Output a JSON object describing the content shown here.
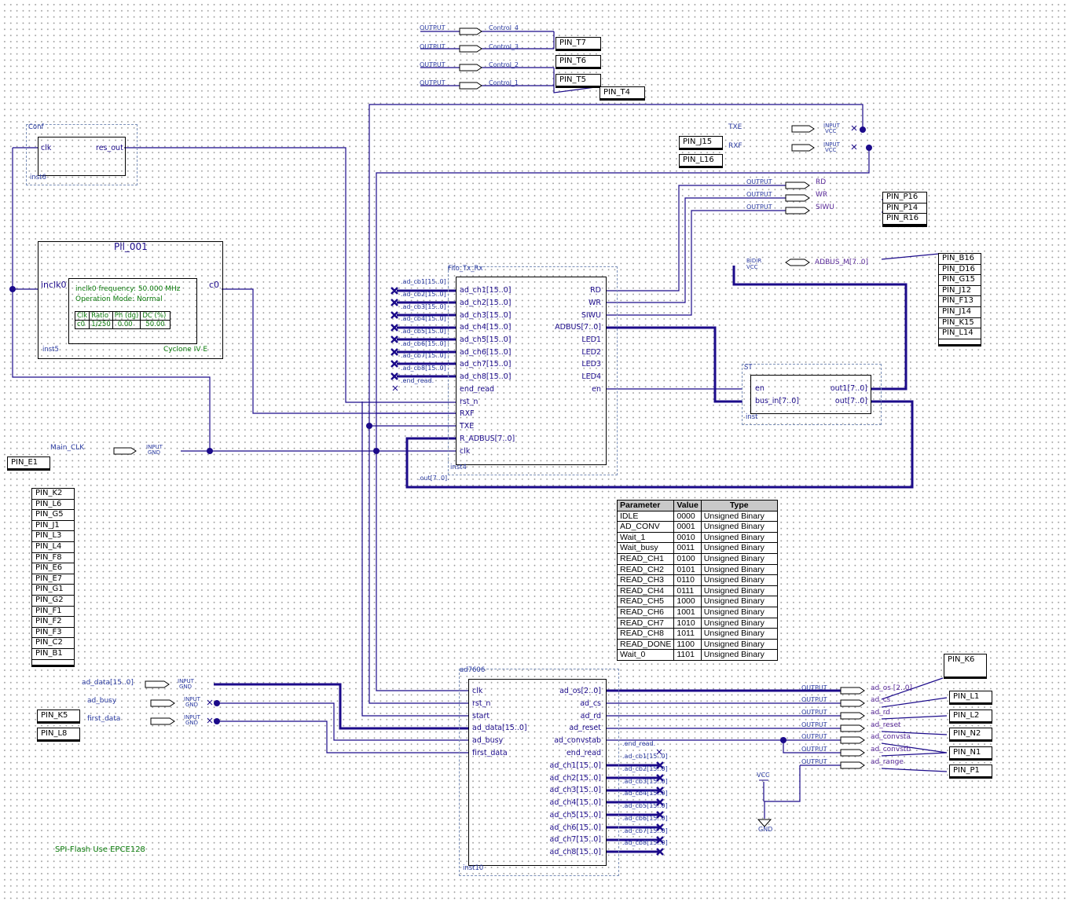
{
  "colors": {
    "wire": "#1b0a8a",
    "bus": "#1b0a8a",
    "text": "#1b0a8a",
    "green": "#0a7a0a",
    "grid": "#9a9a9a"
  },
  "top_outputs": [
    {
      "port": "OUTPUT",
      "name": "Control_4",
      "pin": "PIN_T7"
    },
    {
      "port": "OUTPUT",
      "name": "Control_3",
      "pin": "PIN_T6"
    },
    {
      "port": "OUTPUT",
      "name": "Control_2",
      "pin": "PIN_T5"
    },
    {
      "port": "OUTPUT",
      "name": "Control_1",
      "pin": "PIN_T4"
    }
  ],
  "conf": {
    "title": "Conf",
    "clk": "clk",
    "res_out": "res_out",
    "inst": "inst6"
  },
  "pll": {
    "title": "Pll_001",
    "inclk0": "inclk0",
    "c0": "c0",
    "freq": "inclk0 frequency: 50.000 MHz",
    "mode": "Operation Mode: Normal",
    "table_head": [
      "Clk",
      "Ratio",
      "Ph (dg)",
      "DC (%)"
    ],
    "table_row": [
      "c0",
      "1/250",
      "0.00",
      "50.00"
    ],
    "inst": "inst5",
    "device": "Cyclone IV E"
  },
  "txe_rxf": {
    "txe": "TXE",
    "rxf": "RXF",
    "input": "INPUT",
    "vcc": "VCC",
    "pin_j15": "PIN_J15",
    "pin_l16": "PIN_L16"
  },
  "rwsiwu": {
    "out": "OUTPUT",
    "rd": "RD",
    "wr": "WR",
    "siwu": "SIWU",
    "pins": [
      "PIN_P16",
      "PIN_P14",
      "PIN_R16"
    ]
  },
  "bidir": {
    "port": "BIDIR",
    "vcc": "VCC",
    "name": "ADBUS_M[7..0]",
    "pins": [
      "PIN_B16",
      "PIN_D16",
      "PIN_G15",
      "PIN_J12",
      "PIN_F13",
      "PIN_J14",
      "PIN_K15",
      "PIN_L14"
    ]
  },
  "fifo": {
    "title": "Fifo_Tx_Rx",
    "inst": "inst4",
    "left": [
      "ad_ch1[15..0]",
      "ad_ch2[15..0]",
      "ad_ch3[15..0]",
      "ad_ch4[15..0]",
      "ad_ch5[15..0]",
      "ad_ch6[15..0]",
      "ad_ch7[15..0]",
      "ad_ch8[15..0]",
      "end_read",
      "rst_n",
      "RXF",
      "TXE",
      "R_ADBUS[7..0]",
      "clk"
    ],
    "right": [
      "RD",
      "WR",
      "SIWU",
      "ADBUS[7..0]",
      "LED1",
      "LED2",
      "LED3",
      "LED4",
      "en"
    ],
    "nets": [
      ".ad_cb1[15..0]",
      ".ad_cb2[15..0]",
      ".ad_cb3[15..0]",
      ".ad_cb4[15..0]",
      ".ad_cb5[15..0]",
      ".ad_cb6[15..0]",
      ".ad_cb7[15..0]",
      ".ad_cb8[15..0]",
      ".end_read."
    ],
    "out_net": ".out[7..0]."
  },
  "st": {
    "title": "ST",
    "inst": "inst",
    "en": "en",
    "bus_in": "bus_in[7..0]",
    "out1": "out1[7..0]",
    "out": "out[7..0]"
  },
  "main_clk": {
    "name": "Main_CLK",
    "input": "INPUT",
    "gnd": "GND",
    "pin": "PIN_E1"
  },
  "left_pins": [
    "PIN_K2",
    "PIN_L6",
    "PIN_G5",
    "PIN_J1",
    "PIN_L3",
    "PIN_L4",
    "PIN_F8",
    "PIN_E6",
    "PIN_E7",
    "PIN_G1",
    "PIN_G2",
    "PIN_F1",
    "PIN_F2",
    "PIN_F3",
    "PIN_C2",
    "PIN_B1"
  ],
  "param_table": {
    "head": [
      "Parameter",
      "Value",
      "Type"
    ],
    "rows": [
      [
        "IDLE",
        "0000",
        "Unsigned Binary"
      ],
      [
        "AD_CONV",
        "0001",
        "Unsigned Binary"
      ],
      [
        "Wait_1",
        "0010",
        "Unsigned Binary"
      ],
      [
        "Wait_busy",
        "0011",
        "Unsigned Binary"
      ],
      [
        "READ_CH1",
        "0100",
        "Unsigned Binary"
      ],
      [
        "READ_CH2",
        "0101",
        "Unsigned Binary"
      ],
      [
        "READ_CH3",
        "0110",
        "Unsigned Binary"
      ],
      [
        "READ_CH4",
        "0111",
        "Unsigned Binary"
      ],
      [
        "READ_CH5",
        "1000",
        "Unsigned Binary"
      ],
      [
        "READ_CH6",
        "1001",
        "Unsigned Binary"
      ],
      [
        "READ_CH7",
        "1010",
        "Unsigned Binary"
      ],
      [
        "READ_CH8",
        "1011",
        "Unsigned Binary"
      ],
      [
        "READ_DONE",
        "1100",
        "Unsigned Binary"
      ],
      [
        "Wait_0",
        "1101",
        "Unsigned Binary"
      ]
    ]
  },
  "ad_inputs": [
    {
      "name": "ad_data[15..0]",
      "input": "INPUT",
      "gnd": "GND"
    },
    {
      "name": "ad_busy",
      "input": "INPUT",
      "gnd": "GND",
      "pin": "PIN_K5"
    },
    {
      "name": "first_data",
      "input": "INPUT",
      "gnd": "GND",
      "pin": "PIN_L8"
    }
  ],
  "ad7606": {
    "title": "ad7606",
    "inst": "inst10",
    "left": [
      "clk",
      "rst_n",
      "start",
      "ad_data[15..0]",
      "ad_busy",
      "first_data"
    ],
    "right": [
      "ad_os[2..0]",
      "ad_cs",
      "ad_rd",
      "ad_reset",
      "ad_convstab",
      "end_read",
      "ad_ch1[15..0]",
      "ad_ch2[15..0]",
      "ad_ch3[15..0]",
      "ad_ch4[15..0]",
      "ad_ch5[15..0]",
      "ad_ch6[15..0]",
      "ad_ch7[15..0]",
      "ad_ch8[15..0]"
    ],
    "nets": [
      ".end_read.",
      ".ad_cb1[15..0]",
      ".ad_cb2[15..0]",
      ".ad_cb3[15..0]",
      ".ad_cb4[15..0]",
      ".ad_cb5[15..0]",
      ".ad_cb6[15..0]",
      ".ad_cb7[15..0]",
      ".ad_cb8[15..0]"
    ]
  },
  "ad_outputs": [
    {
      "port": "OUTPUT",
      "name": "ad_os [2..0]",
      "pin": "PIN_K6"
    },
    {
      "port": "OUTPUT",
      "name": "ad_cs",
      "pin": "PIN_L1"
    },
    {
      "port": "OUTPUT",
      "name": "ad_rd",
      "pin": "PIN_L2"
    },
    {
      "port": "OUTPUT",
      "name": "ad_reset",
      "pin": "PIN_N2"
    },
    {
      "port": "OUTPUT",
      "name": "ad_convsta",
      "pin": "PIN_N1"
    },
    {
      "port": "OUTPUT",
      "name": "ad_convstb",
      "pin": "PIN_P1"
    },
    {
      "port": "OUTPUT",
      "name": "ad_range",
      "pin": ""
    }
  ],
  "power": {
    "vcc": "VCC",
    "gnd": "GND"
  },
  "note": "SPI-Flash Use EPCE128"
}
